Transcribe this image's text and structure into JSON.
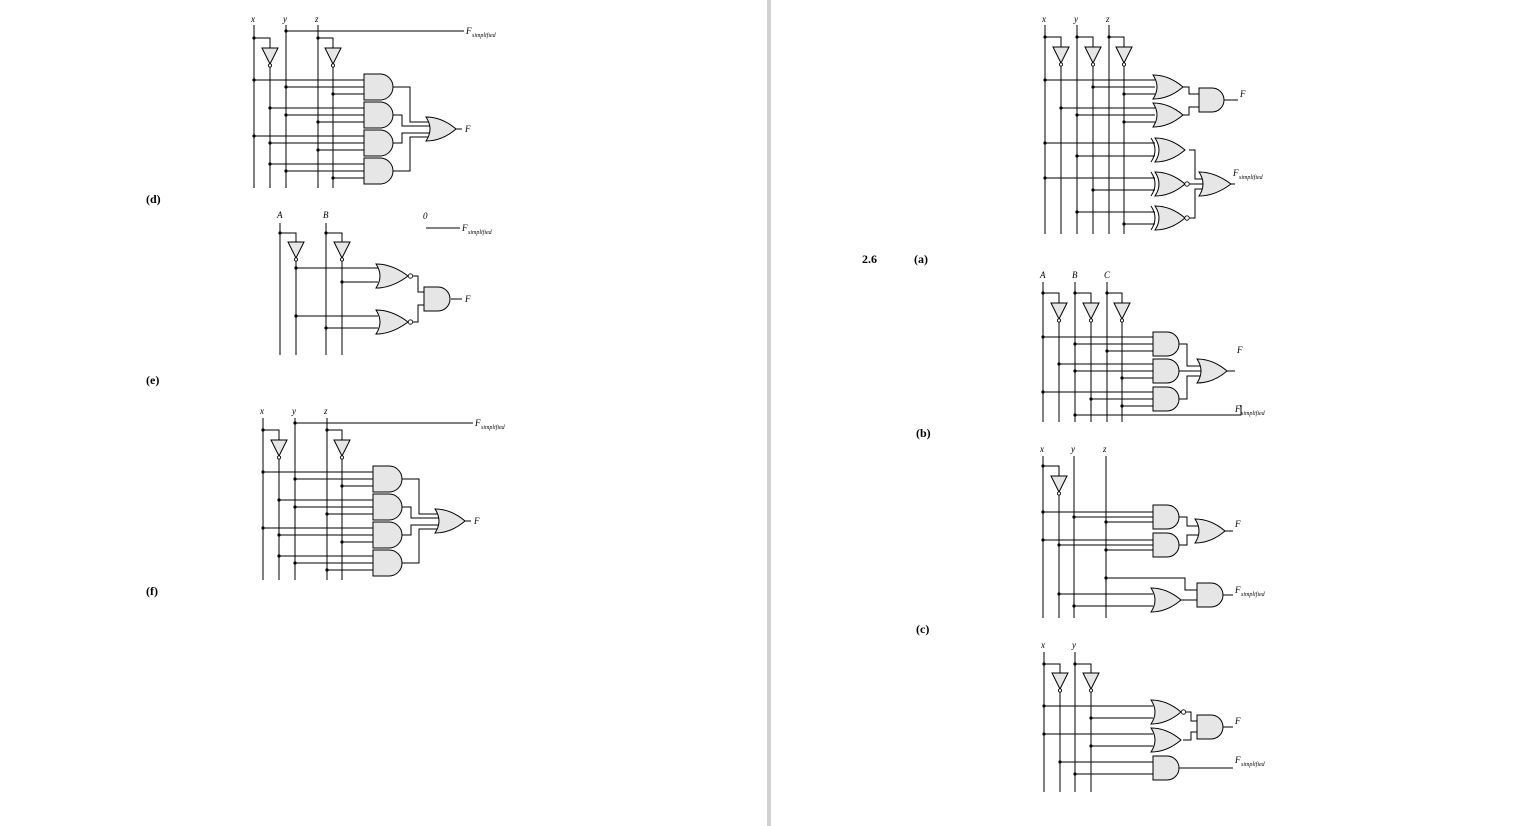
{
  "left_page": {
    "labels": {
      "d": "(d)",
      "e": "(e)",
      "f": "(f)"
    },
    "circuit_top": {
      "inputs": [
        "x",
        "y",
        "z"
      ],
      "out": "F",
      "simp": "F",
      "simp_sub": "simplified"
    },
    "circuit_d": {
      "inputs": [
        "A",
        "B"
      ],
      "const": "0",
      "out": "F",
      "simp": "F",
      "simp_sub": "simplified"
    },
    "circuit_e": {
      "inputs": [
        "x",
        "y",
        "z"
      ],
      "out": "F",
      "simp": "F",
      "simp_sub": "simplified"
    }
  },
  "right_page": {
    "problem": "2.6",
    "labels": {
      "a": "(a)",
      "b": "(b)",
      "c": "(c)"
    },
    "circuit_top": {
      "inputs": [
        "x",
        "y",
        "z"
      ],
      "out": "F",
      "simp": "F",
      "simp_sub": "simplified"
    },
    "circuit_a": {
      "inputs": [
        "A",
        "B",
        "C"
      ],
      "out": "F",
      "simp": "F",
      "simp_sub": "simplified"
    },
    "circuit_b": {
      "inputs": [
        "x",
        "y",
        "z"
      ],
      "out": "F",
      "simp": "F",
      "simp_sub": "simplified"
    },
    "circuit_c": {
      "inputs": [
        "x",
        "y"
      ],
      "out": "F",
      "simp": "F",
      "simp_sub": "simplified"
    }
  }
}
